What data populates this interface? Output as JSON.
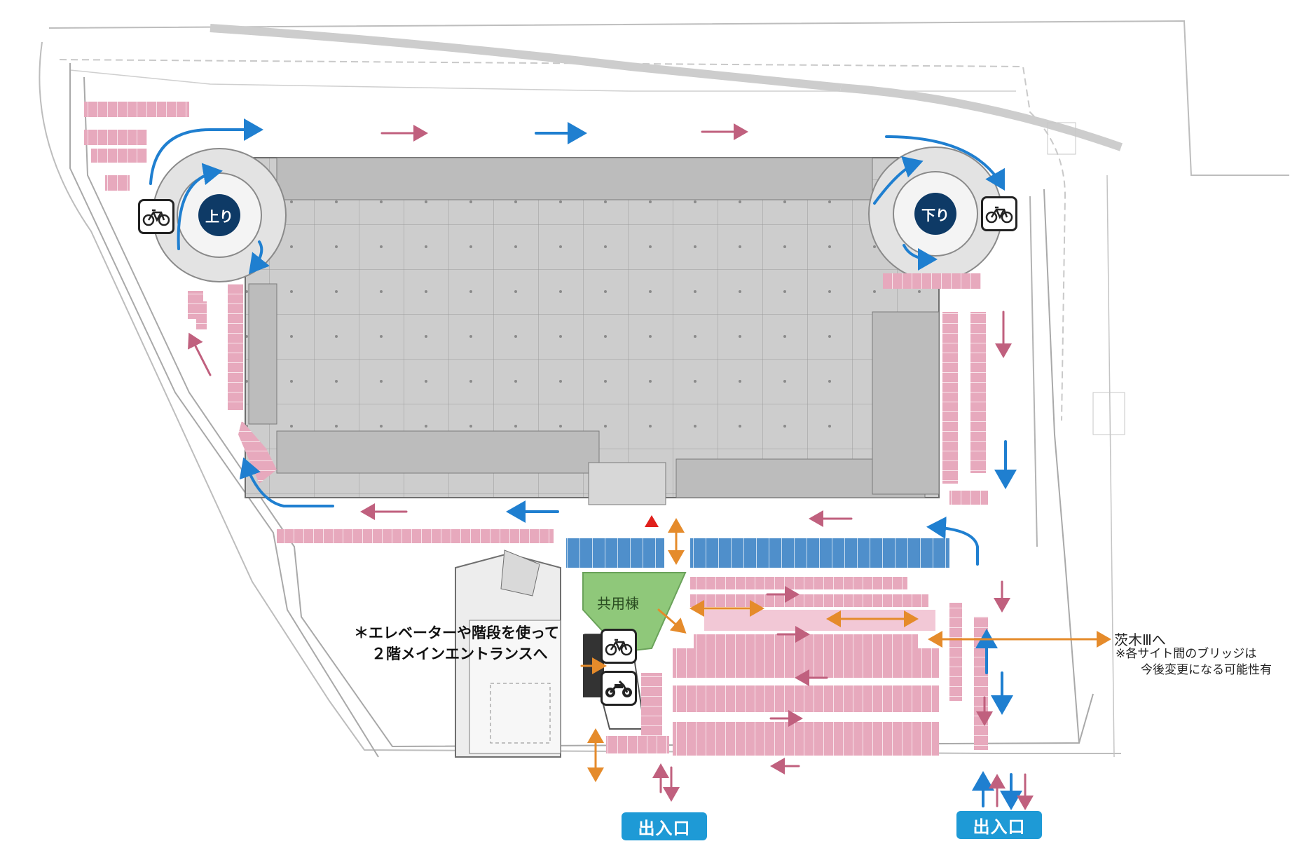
{
  "labels": {
    "up_ramp": "上り",
    "down_ramp": "下り",
    "shared_building": "共用棟",
    "note_line1": "＊エレベーターや階段を使って",
    "note_line2": "２階メインエントランスへ",
    "bridge_label": "茨木Ⅲへ",
    "bridge_note_line1": "※各サイト間のブリッジは",
    "bridge_note_line2": "今後変更になる可能性有",
    "entrance_left": "出入口",
    "entrance_right": "出入口"
  },
  "icons": {
    "bicycle": "bicycle-icon",
    "motorcycle": "motorcycle-icon",
    "entrance_marker": "red-triangle-marker-icon",
    "arrow": "direction-arrow-icon"
  },
  "colors": {
    "parking_pink": "#e7a9bd",
    "parking_blue": "#4f8fcb",
    "shared_green": "#8fc87a",
    "arrow_blue": "#1f7fd0",
    "arrow_pink": "#c0607e",
    "arrow_orange": "#e58b2b",
    "badge_blue": "#1e9ad6",
    "ramp_navy": "#0e3a66",
    "marker_red": "#e0201c",
    "building_gray": "#cfcfcf"
  }
}
